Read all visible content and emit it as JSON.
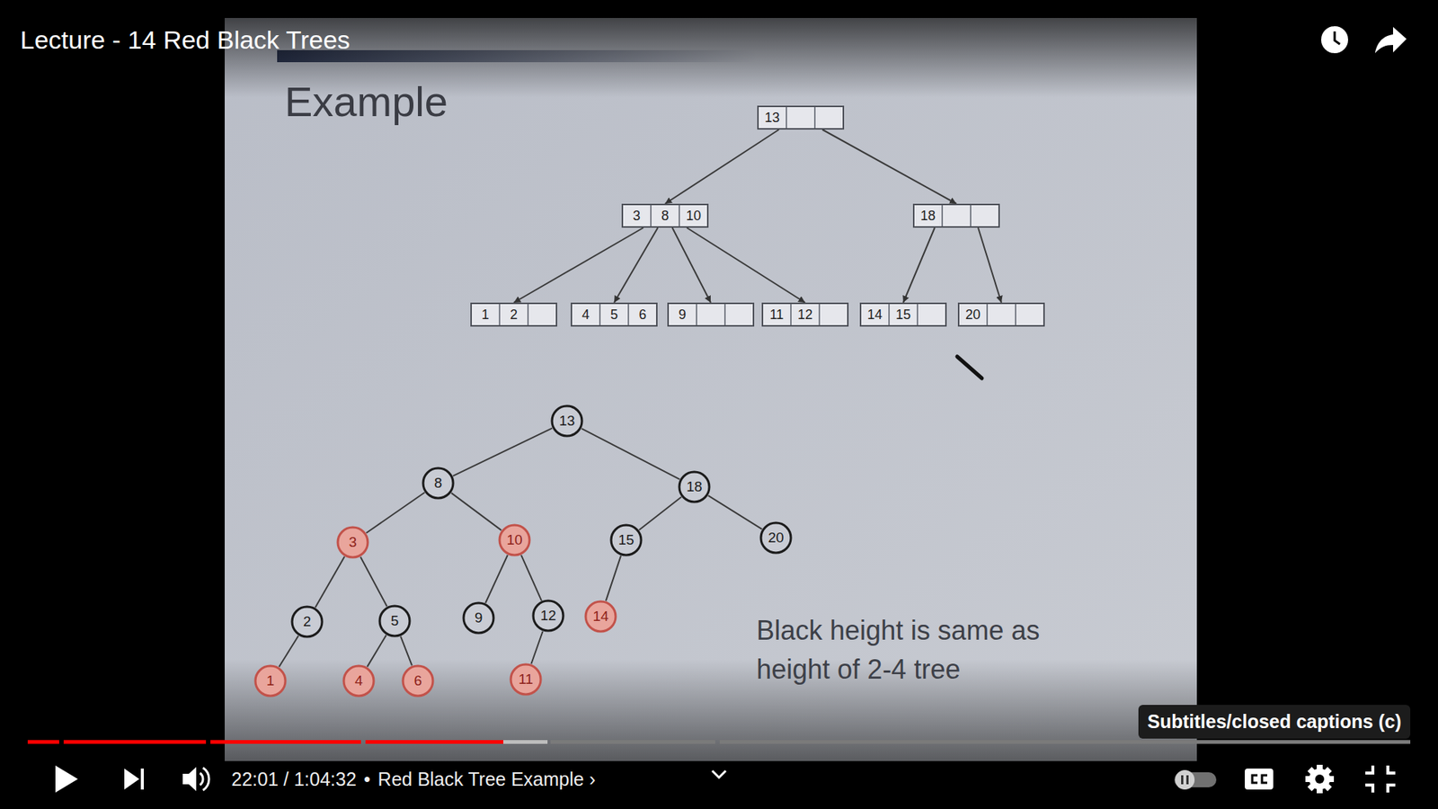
{
  "diagram": {
    "title": "Example",
    "nodes": [
      {
        "text": [
          "13"
        ]
      },
      {
        "text": [
          "3",
          "8",
          "10"
        ]
      },
      {
        "text": [
          "18"
        ]
      },
      {
        "text": [
          "1",
          "2"
        ]
      },
      {
        "text": [
          "4",
          "5",
          "6"
        ]
      },
      {
        "text": [
          "9"
        ]
      },
      {
        "text": [
          "11",
          "12"
        ]
      },
      {
        "text": [
          "14",
          "15"
        ]
      },
      {
        "text": [
          "20"
        ]
      },
      {
        "text": [
          "13"
        ]
      },
      {
        "text": [
          "8"
        ]
      },
      {
        "text": [
          "18"
        ]
      },
      {
        "text": [
          "3"
        ]
      },
      {
        "text": [
          "10"
        ]
      },
      {
        "text": [
          "15"
        ]
      },
      {
        "text": [
          "20"
        ]
      },
      {
        "text": [
          "2"
        ]
      },
      {
        "text": [
          "5"
        ]
      },
      {
        "text": [
          "9"
        ]
      },
      {
        "text": [
          "12"
        ]
      },
      {
        "text": [
          "14"
        ]
      },
      {
        "text": [
          "1"
        ]
      },
      {
        "text": [
          "4"
        ]
      },
      {
        "text": [
          "6"
        ]
      },
      {
        "text": [
          "11"
        ]
      }
    ],
    "edges": [
      {
        "from": 0,
        "to": 1,
        "arrow": "to"
      },
      {
        "from": 0,
        "to": 2,
        "arrow": "to"
      },
      {
        "from": 1,
        "to": 3,
        "arrow": "to"
      },
      {
        "from": 1,
        "to": 4,
        "arrow": "to"
      },
      {
        "from": 1,
        "to": 5,
        "arrow": "to"
      },
      {
        "from": 1,
        "to": 6,
        "arrow": "to"
      },
      {
        "from": 2,
        "to": 7,
        "arrow": "to"
      },
      {
        "from": 2,
        "to": 8,
        "arrow": "to"
      },
      {
        "from": 9,
        "to": 10,
        "arrow": "none"
      },
      {
        "from": 9,
        "to": 11,
        "arrow": "none"
      },
      {
        "from": 10,
        "to": 12,
        "arrow": "none"
      },
      {
        "from": 10,
        "to": 13,
        "arrow": "none"
      },
      {
        "from": 11,
        "to": 14,
        "arrow": "none"
      },
      {
        "from": 11,
        "to": 15,
        "arrow": "none"
      },
      {
        "from": 12,
        "to": 16,
        "arrow": "none"
      },
      {
        "from": 12,
        "to": 17,
        "arrow": "none"
      },
      {
        "from": 13,
        "to": 18,
        "arrow": "none"
      },
      {
        "from": 13,
        "to": 19,
        "arrow": "none"
      },
      {
        "from": 14,
        "to": 20,
        "arrow": "none"
      },
      {
        "from": 16,
        "to": 21,
        "arrow": "none"
      },
      {
        "from": 17,
        "to": 22,
        "arrow": "none"
      },
      {
        "from": 17,
        "to": 23,
        "arrow": "none"
      },
      {
        "from": 19,
        "to": 24,
        "arrow": "none"
      }
    ],
    "labels": [
      "Lecture - 14 Red Black Trees",
      "Black height is same as height of 2-4 tree",
      "22:01 / 1:04:32",
      "•",
      "Red Black Tree Example ›",
      "Subtitles/closed captions (c)"
    ]
  }
}
